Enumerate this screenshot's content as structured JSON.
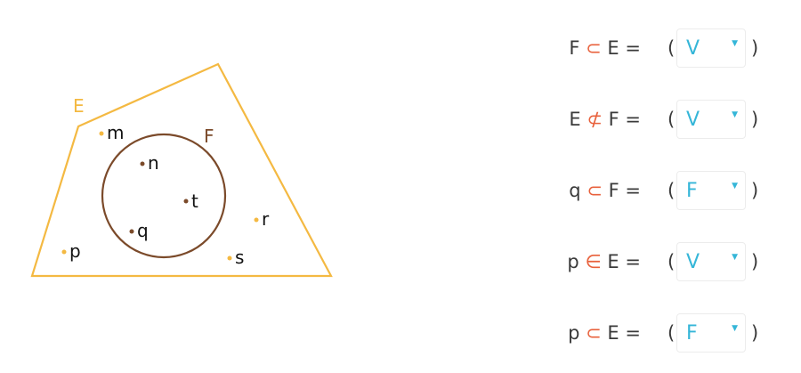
{
  "diagram": {
    "set_e": {
      "label": "E",
      "color": "#f4b942"
    },
    "set_f": {
      "label": "F",
      "color": "#7b4a2a"
    },
    "points": [
      {
        "name": "m",
        "set": "E"
      },
      {
        "name": "n",
        "set": "F"
      },
      {
        "name": "t",
        "set": "F"
      },
      {
        "name": "q",
        "set": "F"
      },
      {
        "name": "r",
        "set": "E"
      },
      {
        "name": "p",
        "set": "E"
      },
      {
        "name": "s",
        "set": "E"
      }
    ]
  },
  "statements": [
    {
      "left": "F",
      "op": "⊂",
      "right": "E",
      "eq": "=",
      "value": "V"
    },
    {
      "left": "E",
      "op": "⊄",
      "right": "F",
      "eq": "=",
      "value": "V"
    },
    {
      "left": "q",
      "op": "⊂",
      "right": "F",
      "eq": "=",
      "value": "F"
    },
    {
      "left": "p",
      "op": "∈",
      "right": "E",
      "eq": "=",
      "value": "V"
    },
    {
      "left": "p",
      "op": "⊂",
      "right": "E",
      "eq": "=",
      "value": "F"
    }
  ],
  "paren_open": "(",
  "paren_close": ")",
  "dropdown_caret": "▼",
  "colors": {
    "operator": "#e8613c",
    "answer": "#35b6d8",
    "text": "#3a3a3a"
  }
}
